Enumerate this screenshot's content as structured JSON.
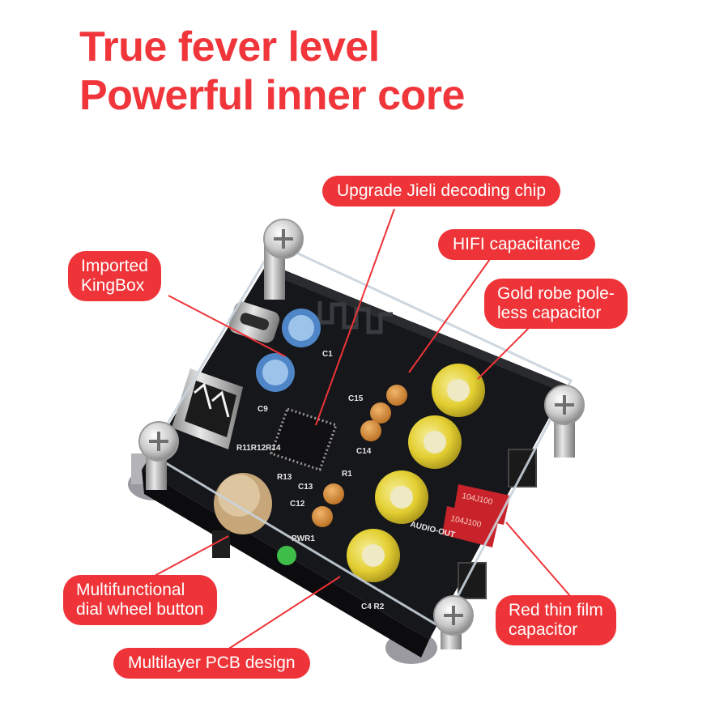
{
  "headline": {
    "line1": "True fever level",
    "line2": "Powerful inner core"
  },
  "callouts": {
    "chip": "Upgrade Jieli decoding chip",
    "hifi": "HIFI capacitance",
    "gold_1": "Gold robe pole-",
    "gold_2": "less capacitor",
    "kingbox_1": "Imported",
    "kingbox_2": "KingBox",
    "dial_1": "Multifunctional",
    "dial_2": "dial wheel button",
    "pcb": "Multilayer PCB design",
    "redcap_1": "Red thin film",
    "redcap_2": "capacitor"
  },
  "board_markings": {
    "audio_out": "AUDIO-OUT",
    "pwr": "PWR1",
    "cap_print": "104J100",
    "c1": "C1",
    "c9": "C9",
    "c12": "C12",
    "c13": "C13",
    "c14": "C14",
    "c15": "C15",
    "r13": "R13",
    "r1": "R1",
    "resistors": "R11R12R14",
    "c4r2": "C4 R2"
  },
  "colors": {
    "accent": "#ee3438",
    "board": "#1c1c1e",
    "gold_cap": "#e9d63a",
    "tantalum": "#d9903a",
    "film_cap": "#c8232b"
  }
}
